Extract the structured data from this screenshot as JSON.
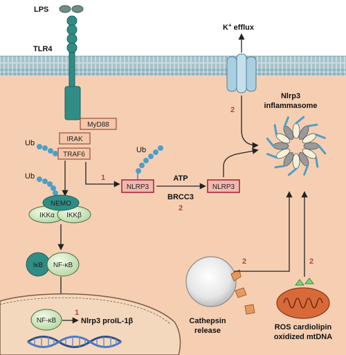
{
  "labels": {
    "lps": "LPS",
    "tlr4": "TLR4",
    "k_efflux": "K",
    "k_sup": "+",
    "k_efflux_suffix": " efflux",
    "inflammasome_line1": "Nlrp3",
    "inflammasome_line2": "inflammasome",
    "myd88": "MyD88",
    "irak": "IRAK",
    "traf6": "TRAF6",
    "ub_traf6": "Ub",
    "ub_nemo": "Ub",
    "ub_nlrp3": "Ub",
    "nemo": "NEMO",
    "ikka": "IKKα",
    "ikkb": "IKKβ",
    "ikb": "IκB",
    "nfkb_cyto": "NF-κB",
    "nfkb_nuc": "NF-κB",
    "nlrp3_ub": "NLRP3",
    "nlrp3_deub": "NLRP3",
    "atp": "ATP",
    "brcc3": "BRCC3",
    "nucleus_product": "Nlrp3 proIL-1β",
    "cathepsin_line1": "Cathepsin",
    "cathepsin_line2": "release",
    "ros_line1": "ROS cardiolipin",
    "ros_line2": "oxidized mtDNA"
  },
  "step_numbers": {
    "k_efflux": "2",
    "traf6_to_nlrp3": "1",
    "brcc3": "2",
    "cathepsin": "2",
    "ros": "2",
    "nucleus": "1"
  },
  "colors": {
    "background": "#f6cfb3",
    "membrane": "#9fb9c2",
    "receptor": "#2f8d86",
    "box_fill": "#f3c7a8",
    "box_border": "#9a4c3c",
    "nlrp3_fill": "#f2b8b0",
    "nlrp3_border": "#a7283a",
    "protein": "#c9e3bb",
    "ubiquitin": "#4d9fc6",
    "step_number": "#b5473a",
    "nucleus": "#f3d8bd",
    "channel": "#a9cfe0"
  }
}
